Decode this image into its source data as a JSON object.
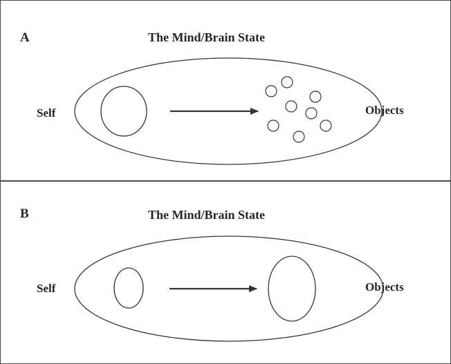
{
  "panels": [
    {
      "letter": "A",
      "title": "The Mind/Brain State",
      "self_label": "Self",
      "objects_label": "Objects"
    },
    {
      "letter": "B",
      "title": "The Mind/Brain State",
      "self_label": "Self",
      "objects_label": "Objects"
    }
  ],
  "colors": {
    "stroke": "#333333",
    "text": "#262626"
  }
}
